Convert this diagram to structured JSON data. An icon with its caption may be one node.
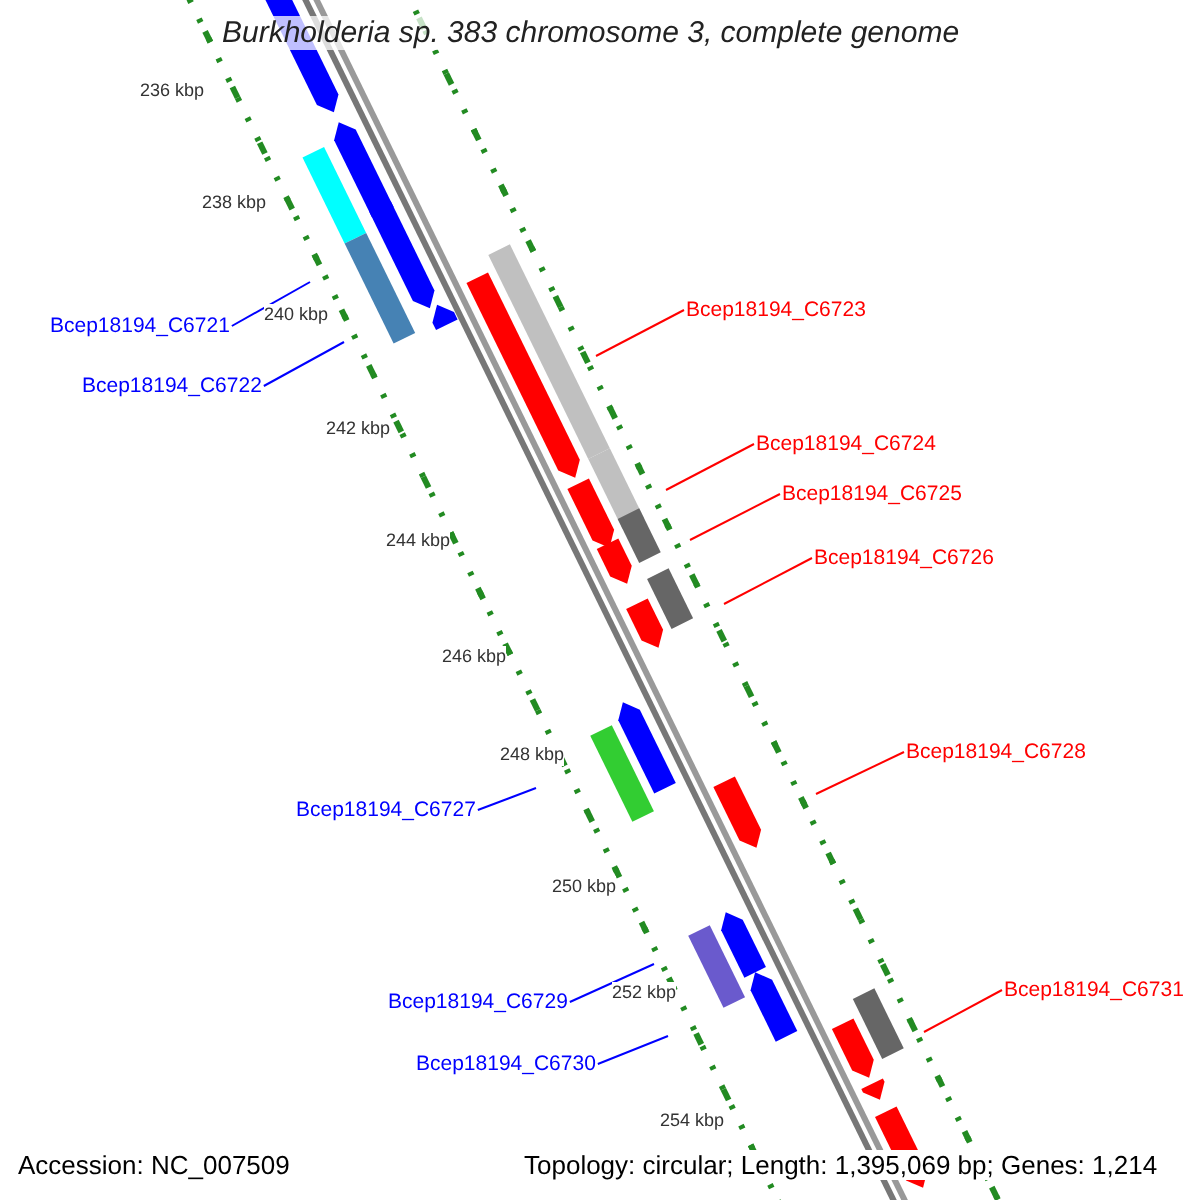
{
  "diagram": {
    "title": "Burkholderia sp. 383 chromosome 3, complete genome",
    "nodes": [
      {
        "text": [
          "Bcep18194_C6721"
        ]
      },
      {
        "text": [
          "Bcep18194_C6722"
        ]
      },
      {
        "text": [
          "Bcep18194_C6723"
        ]
      },
      {
        "text": [
          "Bcep18194_C6724"
        ]
      },
      {
        "text": [
          "Bcep18194_C6725"
        ]
      },
      {
        "text": [
          "Bcep18194_C6726"
        ]
      },
      {
        "text": [
          "Bcep18194_C6727"
        ]
      },
      {
        "text": [
          "Bcep18194_C6728"
        ]
      },
      {
        "text": [
          "Bcep18194_C6729"
        ]
      },
      {
        "text": [
          "Bcep18194_C6730"
        ]
      },
      {
        "text": [
          "Bcep18194_C6731"
        ]
      }
    ],
    "edges": [
      {
        "from": 0,
        "to": null,
        "arrow": "none",
        "color": "#0000ff"
      },
      {
        "from": 1,
        "to": null,
        "arrow": "none",
        "color": "#0000ff"
      },
      {
        "from": 2,
        "to": null,
        "arrow": "none",
        "color": "#ff0000"
      },
      {
        "from": 3,
        "to": null,
        "arrow": "none",
        "color": "#ff0000"
      },
      {
        "from": 4,
        "to": null,
        "arrow": "none",
        "color": "#ff0000"
      },
      {
        "from": 5,
        "to": null,
        "arrow": "none",
        "color": "#ff0000"
      },
      {
        "from": 6,
        "to": null,
        "arrow": "none",
        "color": "#0000ff"
      },
      {
        "from": 7,
        "to": null,
        "arrow": "none",
        "color": "#ff0000"
      },
      {
        "from": 8,
        "to": null,
        "arrow": "none",
        "color": "#0000ff"
      },
      {
        "from": 9,
        "to": null,
        "arrow": "none",
        "color": "#0000ff"
      },
      {
        "from": 10,
        "to": null,
        "arrow": "none",
        "color": "#ff0000"
      }
    ],
    "labels": [
      "236 kbp",
      "238 kbp",
      "240 kbp",
      "242 kbp",
      "244 kbp",
      "246 kbp",
      "248 kbp",
      "250 kbp",
      "252 kbp",
      "254 kbp",
      "Accession: NC_007509",
      "Topology: circular; Length: 1,395,069 bp; Genes: 1,214"
    ]
  }
}
